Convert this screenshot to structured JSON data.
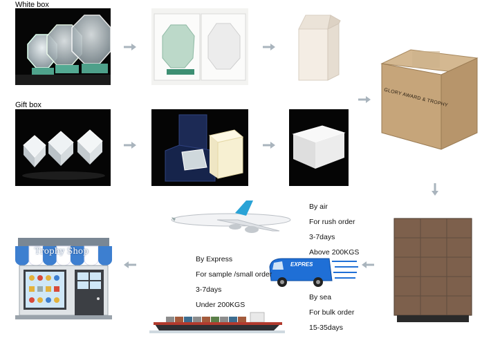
{
  "sections": {
    "white_box_label": "White box",
    "gift_box_label": "Gift box"
  },
  "carton": {
    "print_text": "GLORY AWARD & TROPHY"
  },
  "van": {
    "side_text": "EXPRES"
  },
  "shop": {
    "sign_text": "Trophy Shop"
  },
  "shipping": {
    "air": {
      "lines": [
        "By air",
        "For rush order",
        "3-7days",
        "Above 200KGS"
      ]
    },
    "express": {
      "lines": [
        "By Express",
        "For sample /small order",
        "3-7days",
        "Under 200KGS"
      ]
    },
    "sea": {
      "lines": [
        "By sea",
        "For bulk order",
        "15-35days"
      ]
    }
  },
  "colors": {
    "arrow": "#a9b4bd",
    "black_panel": "#050505",
    "carton": "#c6a57a",
    "awning_blue": "#3d7fd0",
    "van_blue": "#1f6fd6"
  }
}
